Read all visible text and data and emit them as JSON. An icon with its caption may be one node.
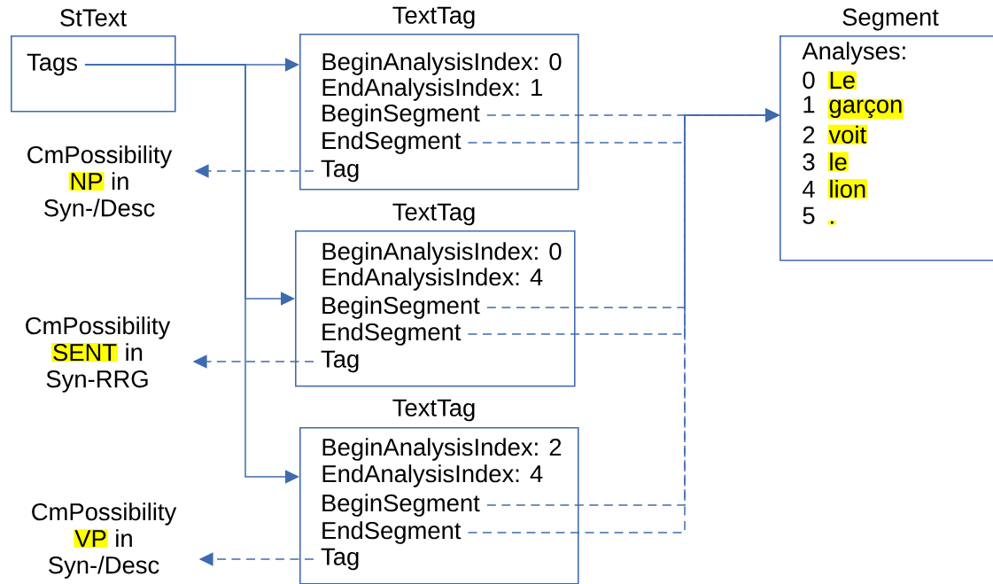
{
  "diagram": {
    "nodes": [
      {
        "text": [
          "StText"
        ]
      },
      {
        "text": [
          "Tags"
        ],
        "in": 0
      },
      {
        "text": [
          "TextTag",
          "BeginAnalysisIndex: 0",
          "EndAnalysisIndex: 1"
        ]
      },
      {
        "text": [
          "BeginSegment"
        ],
        "in": 2
      },
      {
        "text": [
          "EndSegment"
        ],
        "in": 2
      },
      {
        "text": [
          "Tag"
        ],
        "in": 2
      },
      {
        "text": [
          "Segment",
          "Analyses:",
          "0",
          "Le",
          "1",
          "garçon",
          "2",
          "voit",
          "3",
          "le",
          "4",
          "lion",
          "5",
          "."
        ]
      },
      {
        "text": [
          "CmPossibility",
          "NP",
          "in",
          "Syn-/Desc"
        ]
      },
      {
        "text": [
          "TextTag",
          "BeginAnalysisIndex: 0",
          "EndAnalysisIndex: 4"
        ]
      },
      {
        "text": [
          "BeginSegment"
        ],
        "in": 8
      },
      {
        "text": [
          "EndSegment"
        ],
        "in": 8
      },
      {
        "text": [
          "Tag"
        ],
        "in": 8
      },
      {
        "text": [
          "CmPossibility",
          "SENT",
          "in",
          "Syn-RRG"
        ]
      },
      {
        "text": [
          "TextTag",
          "BeginAnalysisIndex: 2",
          "EndAnalysisIndex: 4"
        ]
      },
      {
        "text": [
          "BeginSegment"
        ],
        "in": 13
      },
      {
        "text": [
          "EndSegment"
        ],
        "in": 13
      },
      {
        "text": [
          "Tag"
        ],
        "in": 13
      },
      {
        "text": [
          "CmPossibility",
          "VP",
          "in",
          "Syn-/Desc"
        ]
      }
    ],
    "edges": [
      {
        "from": 1,
        "to": 2,
        "arrow": "to"
      },
      {
        "from": 1,
        "to": 8,
        "arrow": "to"
      },
      {
        "from": 1,
        "to": 13,
        "arrow": "to"
      },
      {
        "from": 3,
        "to": 6,
        "arrow": "to",
        "style": "dashed"
      },
      {
        "from": 4,
        "to": 6,
        "arrow": "to",
        "style": "dashed"
      },
      {
        "from": 9,
        "to": 6,
        "arrow": "to",
        "style": "dashed"
      },
      {
        "from": 10,
        "to": 6,
        "arrow": "to",
        "style": "dashed"
      },
      {
        "from": 14,
        "to": 6,
        "arrow": "to",
        "style": "dashed"
      },
      {
        "from": 15,
        "to": 6,
        "arrow": "to",
        "style": "dashed"
      },
      {
        "from": 5,
        "to": 7,
        "arrow": "to",
        "style": "dashed"
      },
      {
        "from": 11,
        "to": 12,
        "arrow": "to",
        "style": "dashed"
      },
      {
        "from": 16,
        "to": 17,
        "arrow": "to",
        "style": "dashed"
      }
    ]
  }
}
